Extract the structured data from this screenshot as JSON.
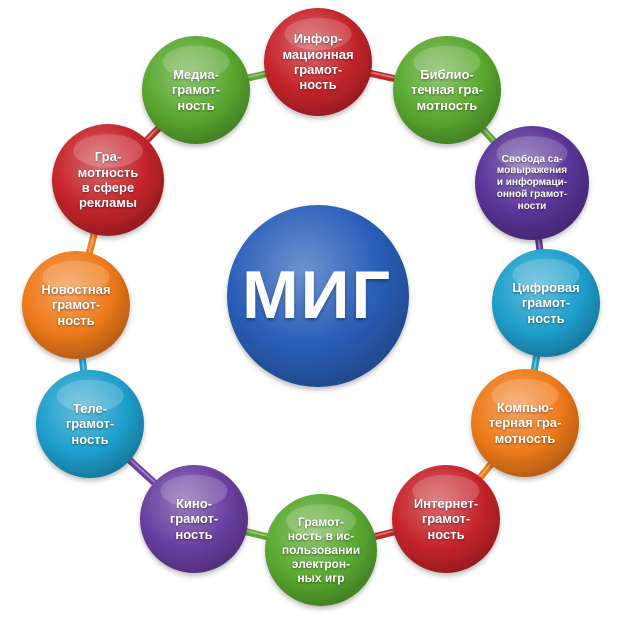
{
  "center": {
    "label": "МИГ",
    "color": "#2a5fb8"
  },
  "nodes": [
    {
      "label": "Инфор-\nмационная\nграмот-\nность",
      "color": "#c5252b"
    },
    {
      "label": "Библио-\nтечная гра-\nмотность",
      "color": "#5aa830"
    },
    {
      "label": "Свобода са-\nмовыражения\nи информаци-\nонной грамот-\nности",
      "color": "#5a3496"
    },
    {
      "label": "Цифровая\nграмот-\nность",
      "color": "#1f9fcc"
    },
    {
      "label": "Компью-\nтерная гра-\nмотность",
      "color": "#ee7a1a"
    },
    {
      "label": "Интернет-\nграмот-\nность",
      "color": "#c5252b"
    },
    {
      "label": "Грамот-\nность в ис-\nпользовании\nэлектрон-\nных игр",
      "color": "#5aa830"
    },
    {
      "label": "Кино-\nграмот-\nность",
      "color": "#6a3fa0"
    },
    {
      "label": "Теле-\nграмот-\nность",
      "color": "#1f9fcc"
    },
    {
      "label": "Новостная\nграмот-\nность",
      "color": "#ee7a1a"
    },
    {
      "label": "Гра-\nмотность\nв сфере\nрекламы",
      "color": "#c5252b"
    },
    {
      "label": "Медиа-\nграмот-\nность",
      "color": "#5aa830"
    }
  ],
  "connector_colors": [
    "#c5252b",
    "#5aa830",
    "#5a3496",
    "#1f9fcc",
    "#ee7a1a",
    "#c5252b",
    "#5aa830",
    "#6a3fa0",
    "#1f9fcc",
    "#ee7a1a",
    "#c5252b",
    "#5aa830"
  ]
}
